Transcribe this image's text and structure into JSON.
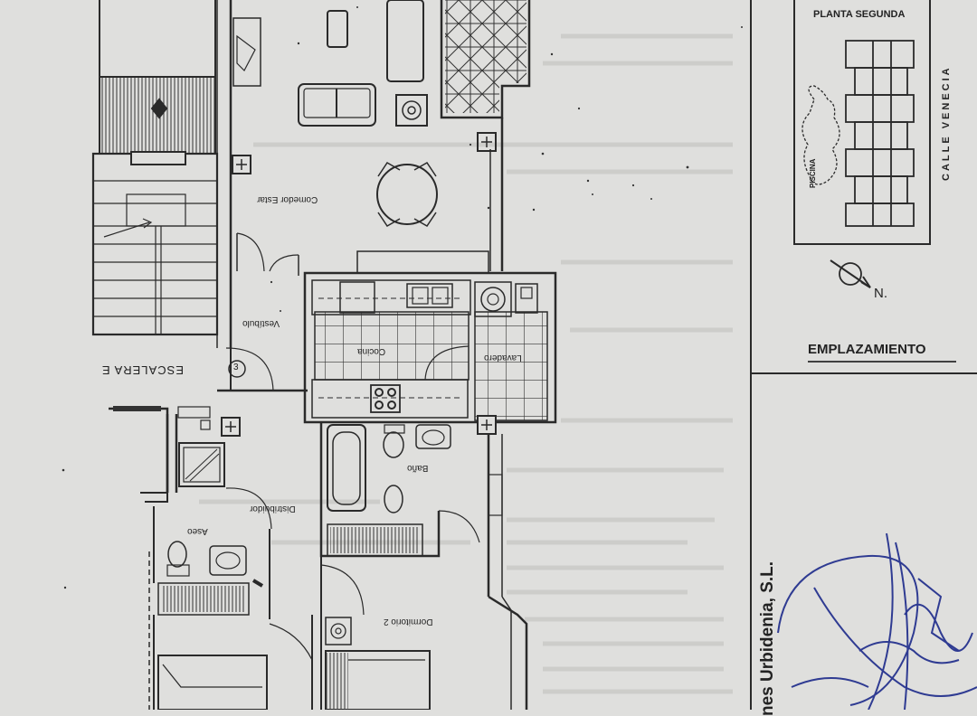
{
  "plan": {
    "rooms": {
      "comedor_estar": "Comedor Estar",
      "cocina": "Cocina",
      "lavadero": "Lavadero",
      "vestibulo": "Vestíbulo",
      "bano": "Baño",
      "distribuidor": "Distribuidor",
      "aseo": "Aseo",
      "dormitorio_2": "Dormitorio 2"
    },
    "stair_label": "ESCALERA E",
    "stair_number": "3"
  },
  "location_panel": {
    "title": "PLANTA SEGUNDA",
    "street": "CALLE VENECIA",
    "pool": "PISCINA",
    "north": "N.",
    "caption": "EMPLAZAMIENTO"
  },
  "company": "nes Urbidenia, S.L.",
  "colors": {
    "paper": "#dfdfdd",
    "ink": "#2a2a2a",
    "signature": "#1c2a8a"
  }
}
